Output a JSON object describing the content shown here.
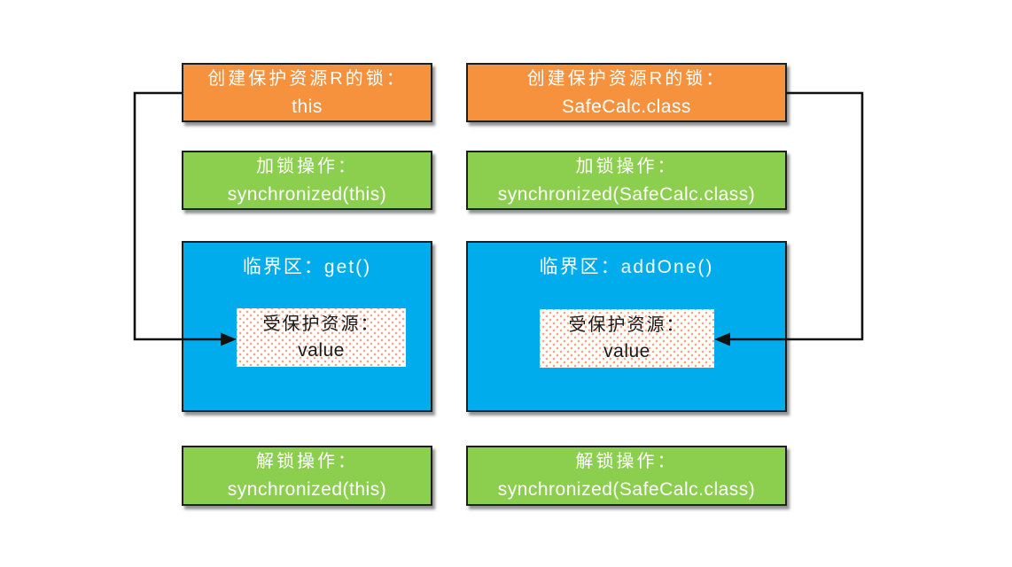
{
  "diagram": {
    "description_colors": {
      "orange": "#F6923D",
      "green": "#8CCE4D",
      "blue": "#00ACEC",
      "connector_line": "#111111",
      "resource_dot": "#F2A98B",
      "text_on_color": "#FFFFFF",
      "text_on_resource": "#1A1A1A"
    },
    "columns": [
      {
        "id": "left",
        "create_lock": {
          "line1": "创建保护资源R的锁：",
          "line2": "this"
        },
        "lock_op": {
          "line1": "加锁操作：",
          "line2": "synchronized(this)"
        },
        "critical_section": {
          "title": "临界区：get()",
          "resource_line1": "受保护资源：",
          "resource_line2": "value"
        },
        "unlock_op": {
          "line1": "解锁操作：",
          "line2": "synchronized(this)"
        }
      },
      {
        "id": "right",
        "create_lock": {
          "line1": "创建保护资源R的锁：",
          "line2": "SafeCalc.class"
        },
        "lock_op": {
          "line1": "加锁操作：",
          "line2": "synchronized(SafeCalc.class)"
        },
        "critical_section": {
          "title": "临界区：addOne()",
          "resource_line1": "受保护资源：",
          "resource_line2": "value"
        },
        "unlock_op": {
          "line1": "解锁操作：",
          "line2": "synchronized(SafeCalc.class)"
        }
      }
    ]
  }
}
